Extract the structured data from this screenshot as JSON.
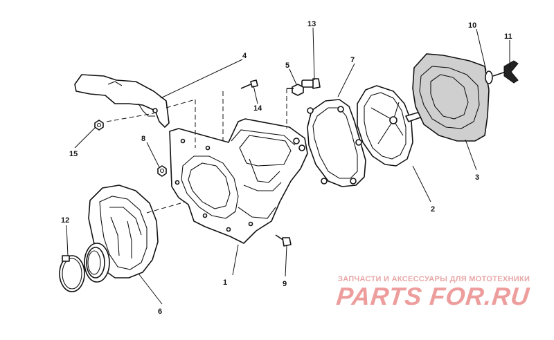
{
  "callouts": {
    "c1": "1",
    "c2": "2",
    "c3": "3",
    "c4": "4",
    "c5": "5",
    "c6": "6",
    "c7": "7",
    "c8": "8",
    "c9": "9",
    "c10": "10",
    "c11": "11",
    "c12": "12",
    "c13": "13",
    "c14": "14",
    "c15": "15"
  },
  "watermark": {
    "tagline": "ЗАПЧАСТИ И АКСЕССУАРЫ ДЛЯ МОТОТЕХНИКИ",
    "logo": "PARTS FOR.RU"
  },
  "colors": {
    "line": "#111111",
    "foam": "#cfcfcf",
    "watermark": "#ee9d9d"
  }
}
